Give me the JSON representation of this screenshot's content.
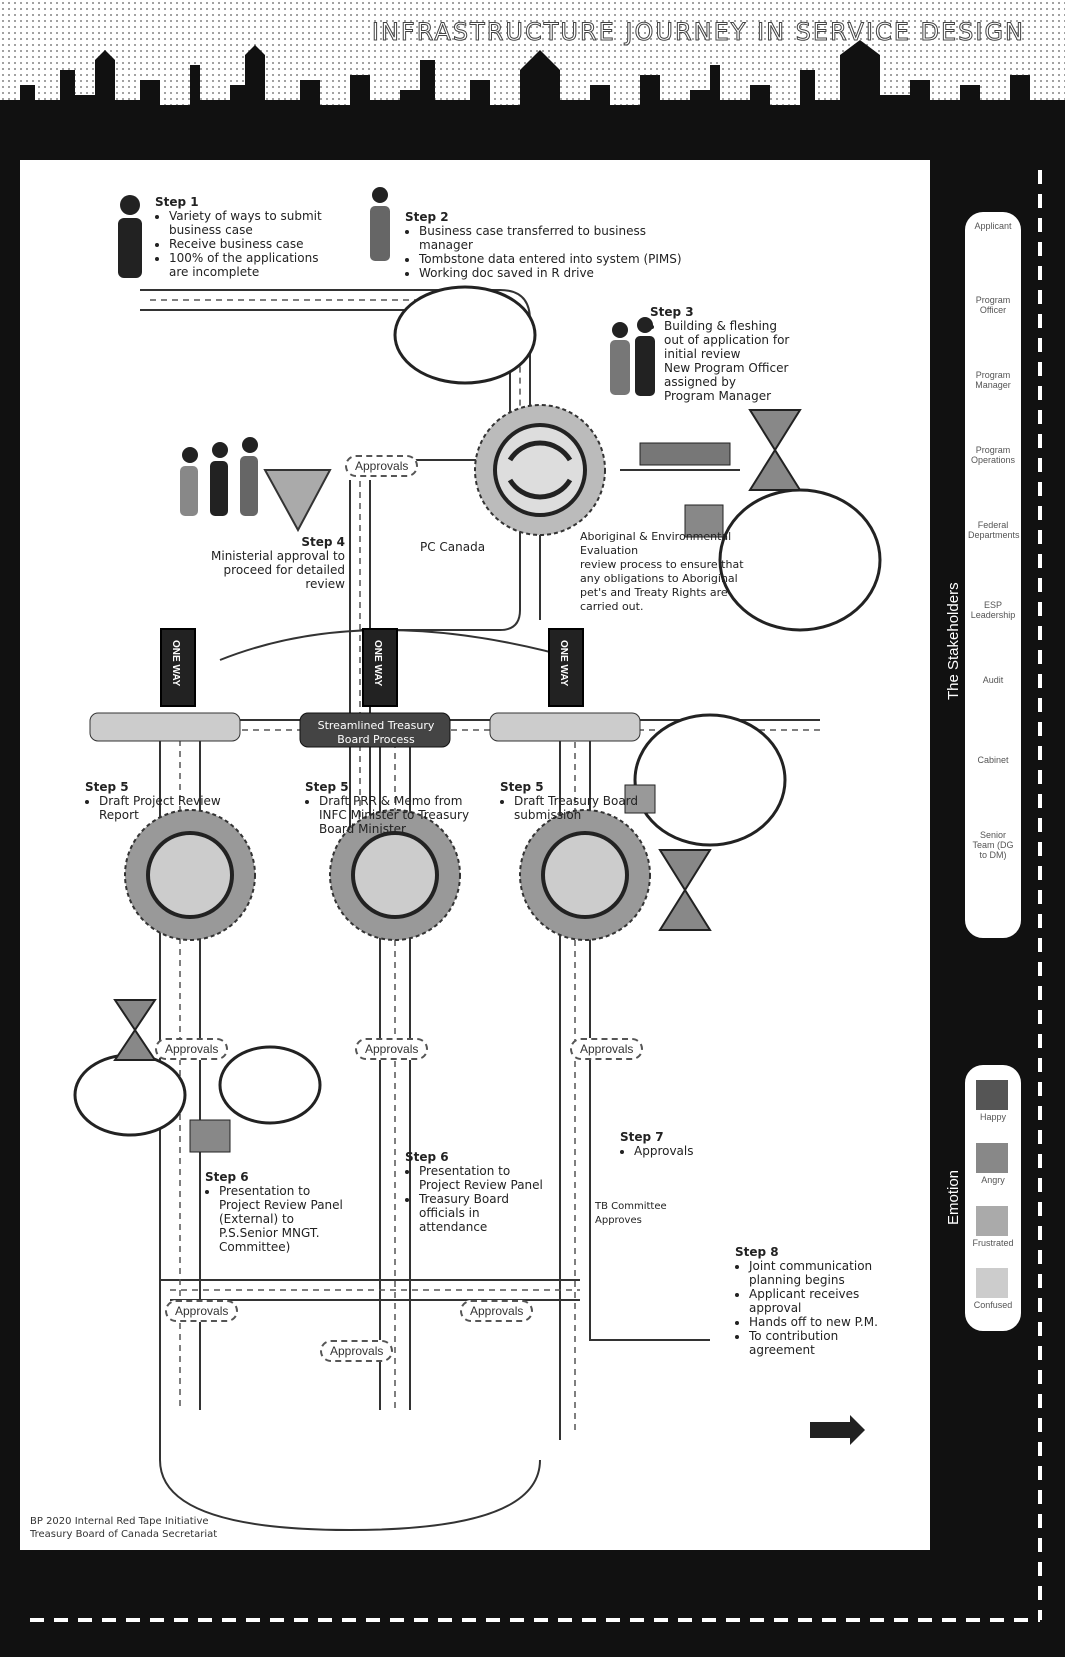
{
  "header": {
    "title": "INFRASTRUCTURE JOURNEY IN SERVICE DESIGN"
  },
  "steps": {
    "step1": {
      "head": "Step 1",
      "bullets": [
        "Variety of ways to submit business case",
        "Receive business case",
        "100% of the applications are incomplete"
      ]
    },
    "step2": {
      "head": "Step 2",
      "bullets": [
        "Business case transferred to business manager",
        "Tombstone data entered into system (PIMS)",
        "Working doc saved in R drive"
      ]
    },
    "step3": {
      "head": "Step 3",
      "bullets": [
        "Building & fleshing out of application for initial review",
        "New Program Officer assigned by Program Manager"
      ]
    },
    "step4": {
      "head": "Step 4",
      "bullets": [
        "Ministerial approval to proceed for detailed review"
      ]
    },
    "step5a": {
      "head": "Step 5",
      "bullets": [
        "Draft Project Review Report"
      ]
    },
    "step5b": {
      "head": "Step 5",
      "bullets": [
        "Draft PRR & Memo from INFC Minister to Treasury Board Minister"
      ]
    },
    "step5c": {
      "head": "Step 5",
      "bullets": [
        "Draft Treasury Board submission"
      ]
    },
    "step6a": {
      "head": "Step 6",
      "bullets": [
        "Presentation to Project Review Panel (External) to P.S.Senior MNGT. Committee)"
      ]
    },
    "step6b": {
      "head": "Step 6",
      "bullets": [
        "Presentation to Project Review Panel",
        "Treasury Board officials in attendance"
      ]
    },
    "step7": {
      "head": "Step 7",
      "bullets": [
        "Approvals"
      ]
    },
    "step8": {
      "head": "Step 8",
      "bullets": [
        "Joint communication planning begins",
        "Applicant receives approval",
        "Hands off to new P.M.",
        "To contribution agreement"
      ]
    }
  },
  "labels": {
    "approvals": "Approvals",
    "pc_canada": "PC Canada",
    "aboriginal": "Aboriginal & Environmental Evaluation",
    "aboriginal_bullet": "review process to ensure that any obligations to Aboriginal pet's and Treaty Rights are carried out.",
    "streamlined": "Streamlined Treasury Board Process",
    "oneway": "ONE WAY",
    "tb_committee": "TB Committee Approves"
  },
  "sidebar": {
    "stakeholders_title": "The Stakeholders",
    "stakeholders": [
      "Applicant",
      "Program Officer",
      "Program Manager",
      "Program Operations",
      "Federal Departments",
      "ESP Leadership",
      "Audit",
      "Cabinet",
      "Senior Team (DG to DM)"
    ],
    "emotion_title": "Emotion",
    "emotions": [
      "Happy",
      "Angry",
      "Frustrated",
      "Confused"
    ]
  },
  "footer": {
    "line1": "BP 2020 Internal Red Tape Initiative",
    "line2": "Treasury Board of Canada Secretariat"
  }
}
